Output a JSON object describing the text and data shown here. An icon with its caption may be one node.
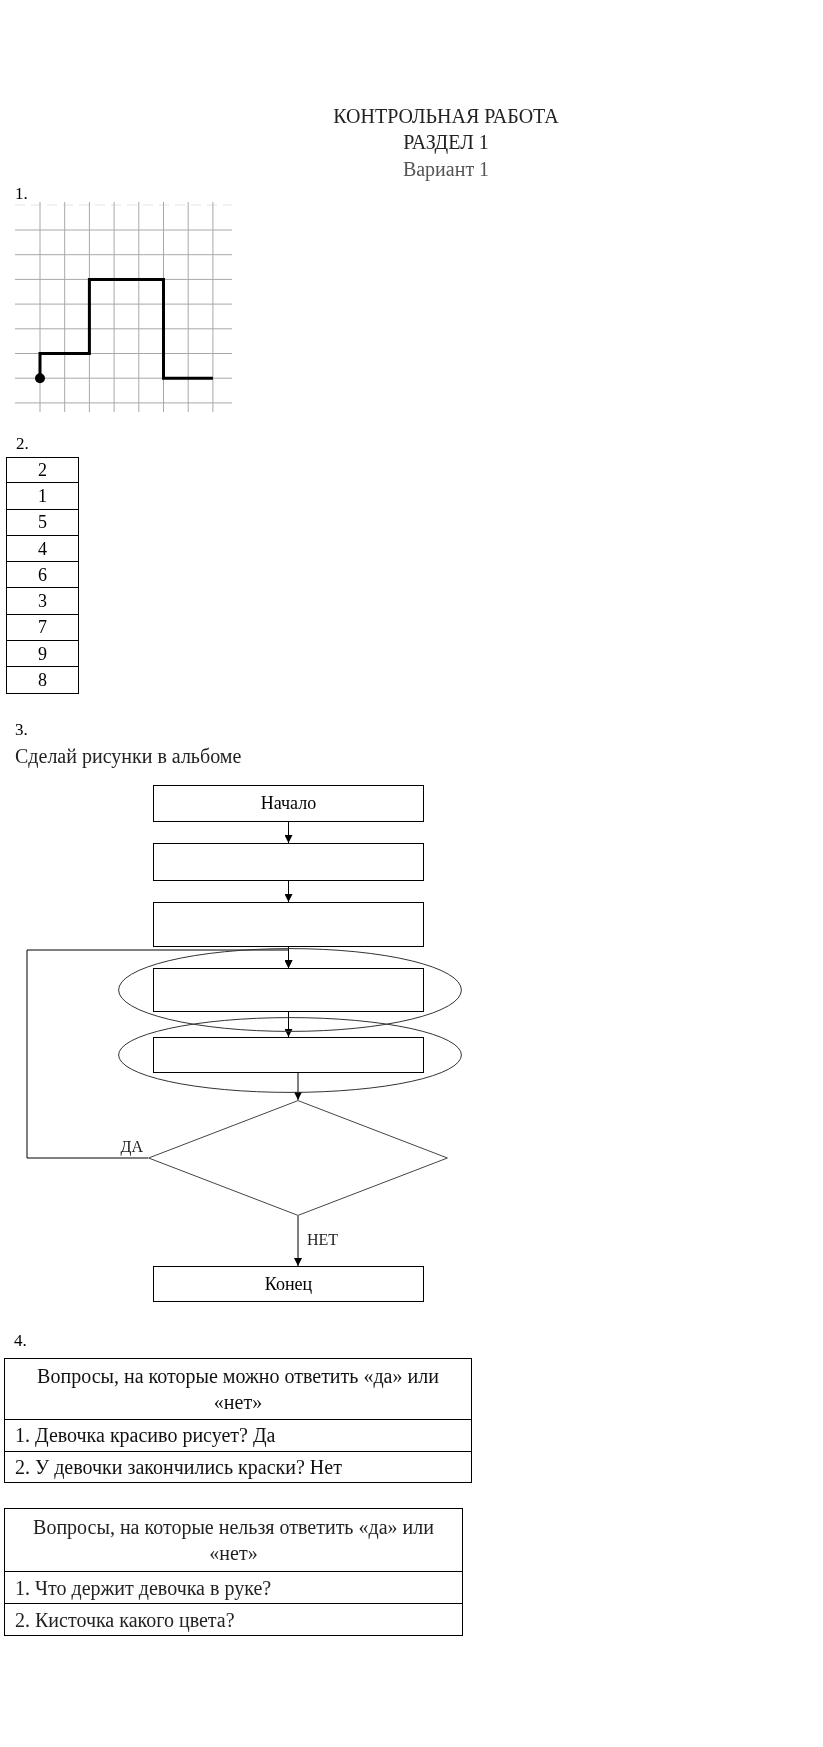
{
  "diagram": {
    "title": "КОНТРОЛЬНАЯ РАБОТА",
    "nodes": [
      {
        "text": [
          "Начало"
        ]
      },
      {
        "text": [],
        "shape": "box"
      },
      {
        "text": [],
        "shape": "box"
      },
      {
        "text": [],
        "shape": "ellipse"
      },
      {
        "text": [],
        "shape": "box",
        "in": 3
      },
      {
        "text": [],
        "shape": "ellipse"
      },
      {
        "text": [],
        "shape": "box",
        "in": 5
      },
      {
        "text": [],
        "shape": "diamond"
      },
      {
        "text": [
          "Конец"
        ]
      }
    ],
    "edges": [
      {
        "from": 0,
        "to": 1,
        "arrow": "to"
      },
      {
        "from": 1,
        "to": 2,
        "arrow": "to"
      },
      {
        "from": 2,
        "to": 4,
        "arrow": "to"
      },
      {
        "from": 4,
        "to": 6,
        "arrow": "to"
      },
      {
        "from": 6,
        "to": 7,
        "arrow": "to"
      },
      {
        "from": 7,
        "to": 4,
        "arrow": "to",
        "label": "ДА"
      },
      {
        "from": 7,
        "to": 8,
        "arrow": "to",
        "label": "НЕТ"
      }
    ],
    "labels": [
      "РАЗДЕЛ 1",
      "Вариант 1",
      "1.",
      "2.",
      "2",
      "1",
      "5",
      "4",
      "6",
      "3",
      "7",
      "9",
      "8",
      "3.",
      "Сделай рисунки в альбоме",
      "4.",
      "Вопросы, на которые можно ответить «да» или «нет»",
      "1. Девочка красиво рисует? Да",
      "2. У девочки закончились краски? Нет",
      "Вопросы, на которые нельзя ответить «да» или «нет»",
      "1. Что держит девочка в руке?",
      "2. Кисточка какого цвета?"
    ]
  }
}
